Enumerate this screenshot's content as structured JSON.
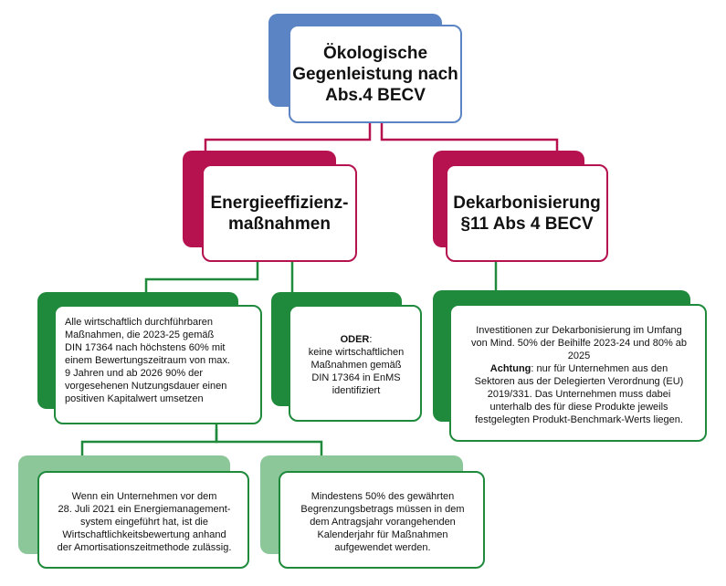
{
  "colors": {
    "top": "#5b84c4",
    "category": "#b5124f",
    "measure": "#1f8a3c",
    "detail_shadow": "#8cc79a",
    "text": "#111111"
  },
  "root": {
    "title_lines": [
      "Ökologische",
      "Gegenleistung nach",
      "Abs.4 BECV"
    ]
  },
  "energieeffizienz": {
    "title_lines": [
      "Energieeffizienz-",
      "maßnahmen"
    ]
  },
  "dekarbonisierung": {
    "title_lines": [
      "Dekarbonisierung",
      "§11 Abs 4 BECV"
    ]
  },
  "measure_box": {
    "lines": [
      "Alle wirtschaftlich durchführbaren",
      "Maßnahmen, die 2023-25 gemäß",
      "DIN 17364 nach höchstens 60% mit",
      "einem Bewertungszeitraum von max.",
      "9 Jahren und ab 2026 90% der",
      "vorgesehenen Nutzungsdauer einen",
      "positiven Kapitalwert umsetzen"
    ]
  },
  "oder_box": {
    "keyword": "ODER",
    "keyword_suffix": ":",
    "lines": [
      "keine wirtschaftlichen",
      "Maßnahmen gemäß",
      "DIN 17364 in EnMS",
      "identifiziert"
    ]
  },
  "dekarb_box": {
    "lines": [
      "Investitionen zur Dekarbonisierung im Umfang",
      "von Mind. 50% der Beihilfe 2023-24 und 80% ab",
      "2025"
    ],
    "note_keyword": "Achtung",
    "note_first": ": nur für Unternehmen aus den",
    "note_lines": [
      "Sektoren aus der Delegierten Verordnung (EU)",
      "2019/331. Das Unternehmen muss dabei",
      "unterhalb des für diese Produkte jeweils",
      "festgelegten Produkt-Benchmark-Werts liegen."
    ]
  },
  "enms_box": {
    "lines": [
      "Wenn ein Unternehmen vor dem",
      "28. Juli 2021 ein Energiemanagement-",
      "system eingeführt hat, ist die",
      "Wirtschaftlichkeitsbewertung anhand",
      "der Amortisationszeitmethode zulässig."
    ]
  },
  "budget_box": {
    "lines": [
      "Mindestens 50% des gewährten",
      "Begrenzungsbetrags müssen in dem",
      "dem Antragsjahr vorangehenden",
      "Kalenderjahr für Maßnahmen",
      "aufgewendet werden."
    ]
  }
}
